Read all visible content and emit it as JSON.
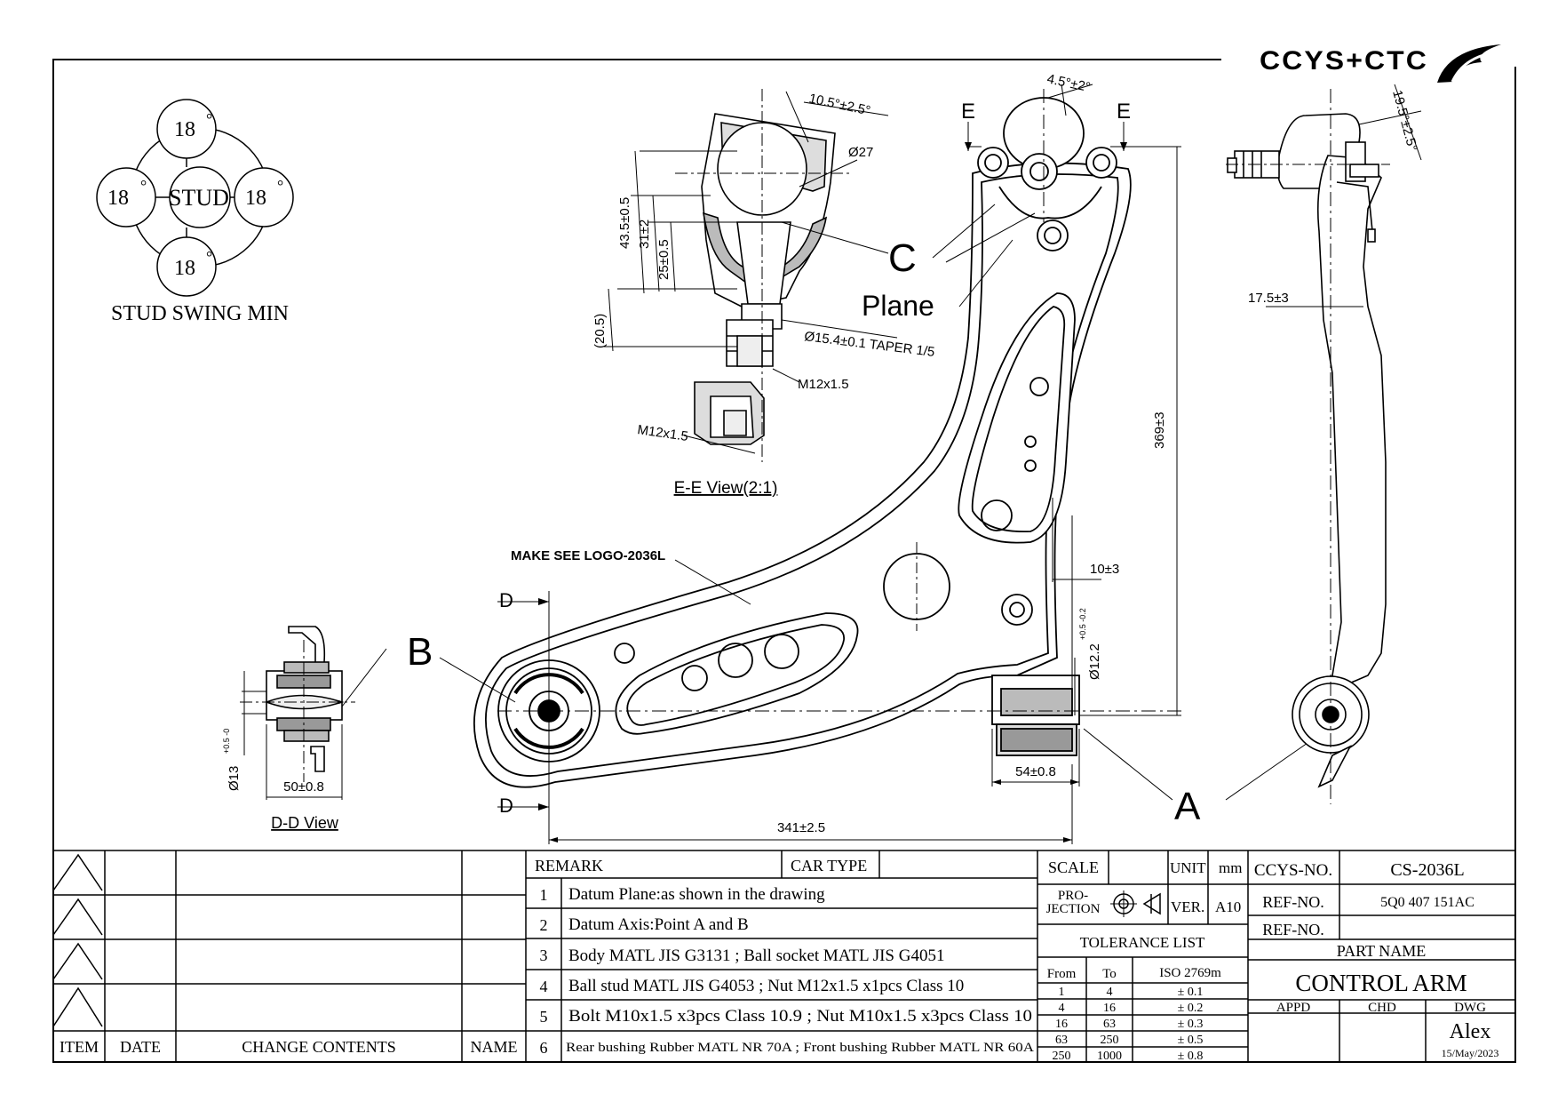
{
  "logo": {
    "text": "CCYS+CTC"
  },
  "stud_swing": {
    "center": "STUD",
    "angles": [
      "18",
      "18",
      "18",
      "18"
    ],
    "degree": "°",
    "title": "STUD SWING MIN"
  },
  "ee_view": {
    "title": "E-E View(2:1)",
    "dims": {
      "angle": "10.5°±2.5°",
      "ball_dia": "Ø27",
      "h1": "43.5±0.5",
      "h2": "31±2",
      "h3": "25±0.5",
      "h4": "(20.5)",
      "taper": "Ø15.4±0.1 TAPER 1/5",
      "thread1": "M12x1.5",
      "thread2": "M12x1.5"
    }
  },
  "main_view": {
    "angle_top": "4.5°±2°",
    "section_e_left": "E",
    "section_e_right": "E",
    "label_c": "C",
    "label_plane": "Plane",
    "label_b": "B",
    "label_a": "A",
    "section_d_top": "D",
    "section_d_bottom": "D",
    "note_logo": "MAKE SEE LOGO-2036L",
    "dim_height": "369±3",
    "dim_10": "10±3",
    "dim_bush_dia": "Ø12.2",
    "dim_bush_tol": "+0.5 -0.2",
    "dim_54": "54±0.8",
    "dim_length": "341±2.5"
  },
  "side_view": {
    "angle": "19.5°±2.5°",
    "dim_offset": "17.5±3"
  },
  "dd_view": {
    "title": "D-D View",
    "dim_width": "50±0.8",
    "dim_dia": "Ø13",
    "dim_dia_tol": "+0.5 -0"
  },
  "revision_table": {
    "headers": [
      "ITEM",
      "DATE",
      "CHANGE CONTENTS",
      "NAME"
    ]
  },
  "remarks": {
    "header": "REMARK",
    "car_type_label": "CAR TYPE",
    "car_type_value": "",
    "items": [
      {
        "no": "1",
        "text": "Datum Plane:as shown in the drawing"
      },
      {
        "no": "2",
        "text": "Datum Axis:Point A and B"
      },
      {
        "no": "3",
        "text": "Body MATL JIS G3131 ; Ball socket MATL JIS G4051"
      },
      {
        "no": "4",
        "text": "Ball stud MATL JIS G4053 ; Nut M12x1.5 x1pcs Class 10"
      },
      {
        "no": "5",
        "text": "Bolt M10x1.5 x3pcs Class 10.9 ; Nut M10x1.5 x3pcs Class 10"
      },
      {
        "no": "6",
        "text": "Rear bushing Rubber MATL NR 70A ; Front bushing Rubber MATL NR 60A"
      }
    ]
  },
  "scale_block": {
    "scale_label": "SCALE",
    "scale_value": "",
    "unit_label": "UNIT",
    "unit_value": "mm",
    "projection_label": "PRO-\nJECTION",
    "ver_label": "VER.",
    "ver_value": "A10",
    "tolerance_title": "TOLERANCE LIST",
    "tol_headers": [
      "From",
      "To",
      "ISO 2769m"
    ],
    "tol_rows": [
      [
        "1",
        "4",
        "± 0.1"
      ],
      [
        "4",
        "16",
        "± 0.2"
      ],
      [
        "16",
        "63",
        "± 0.3"
      ],
      [
        "63",
        "250",
        "± 0.5"
      ],
      [
        "250",
        "1000",
        "± 0.8"
      ]
    ]
  },
  "title_block": {
    "ccys_label": "CCYS-NO.",
    "ccys_value": "CS-2036L",
    "ref1_label": "REF-NO.",
    "ref1_value": "5Q0 407 151AC",
    "ref2_label": "REF-NO.",
    "ref2_value": "",
    "part_name_label": "PART NAME",
    "part_name": "CONTROL ARM",
    "appd_label": "APPD",
    "chd_label": "CHD",
    "dwg_label": "DWG",
    "dwg_name": "Alex",
    "date": "15/May/2023"
  }
}
